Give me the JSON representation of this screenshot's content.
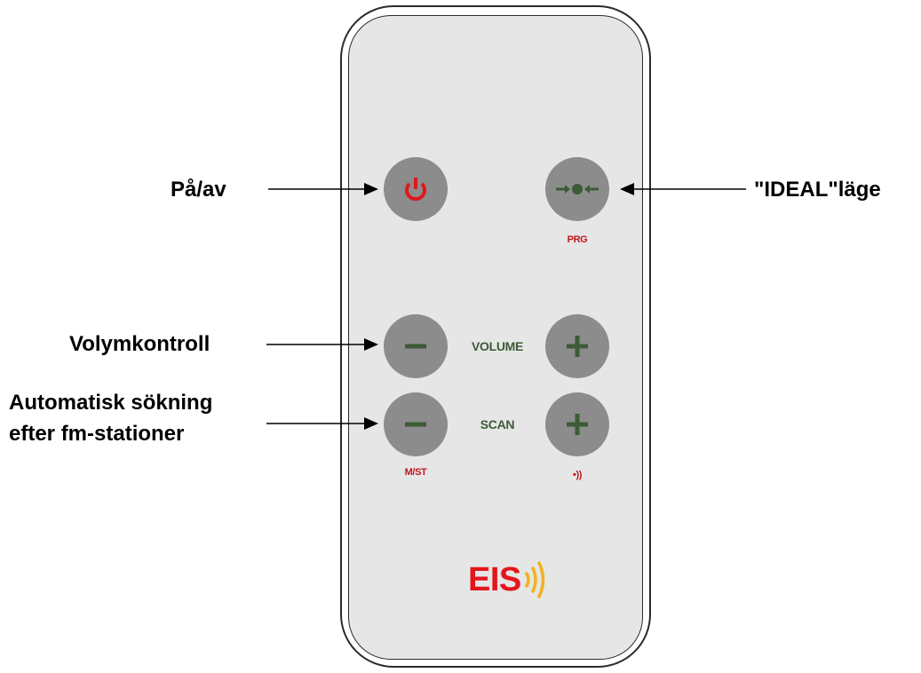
{
  "remote": {
    "mid_labels": {
      "volume": "VOLUME",
      "scan": "SCAN"
    },
    "sub_labels": {
      "prg": "PRG",
      "mst": "M/ST",
      "sound": "•))"
    },
    "logo": {
      "text": "EIS"
    },
    "colors": {
      "body": "#e6e6e6",
      "button": "#8c8c8c",
      "red": "#e3161b",
      "green": "#3c5b36",
      "logo_waves": "#f2b21c"
    }
  },
  "buttons": {
    "power": {
      "icon": "power-icon",
      "color": "#e3161b"
    },
    "ideal": {
      "icon": "ideal-mode-icon",
      "color": "#3c5b36"
    },
    "volume_down": {
      "icon": "minus-icon",
      "color": "#3c5b36"
    },
    "volume_up": {
      "icon": "plus-icon",
      "color": "#3c5b36"
    },
    "scan_down": {
      "icon": "minus-icon",
      "color": "#3c5b36"
    },
    "scan_up": {
      "icon": "plus-icon",
      "color": "#3c5b36"
    }
  },
  "callouts": {
    "power": "På/av",
    "ideal": "\"IDEAL\"läge",
    "volume": "Volymkontroll",
    "scan_line1": "Automatisk sökning",
    "scan_line2": "efter fm-stationer"
  }
}
